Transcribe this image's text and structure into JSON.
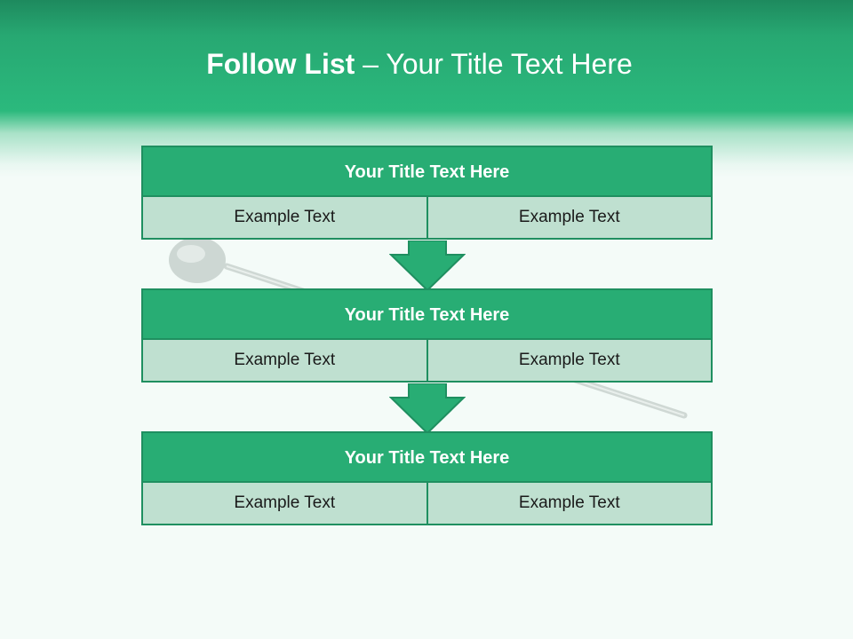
{
  "slide": {
    "title_bold": "Follow List",
    "title_rest": " – Your Title Text Here"
  },
  "steps": [
    {
      "title": "Your Title Text Here",
      "left": "Example Text",
      "right": "Example Text"
    },
    {
      "title": "Your Title Text Here",
      "left": "Example Text",
      "right": "Example Text"
    },
    {
      "title": "Your Title Text Here",
      "left": "Example Text",
      "right": "Example Text"
    }
  ],
  "colors": {
    "accent": "#28ad74",
    "border": "#1f8f60",
    "cell_fill": "#bfe0d0"
  }
}
